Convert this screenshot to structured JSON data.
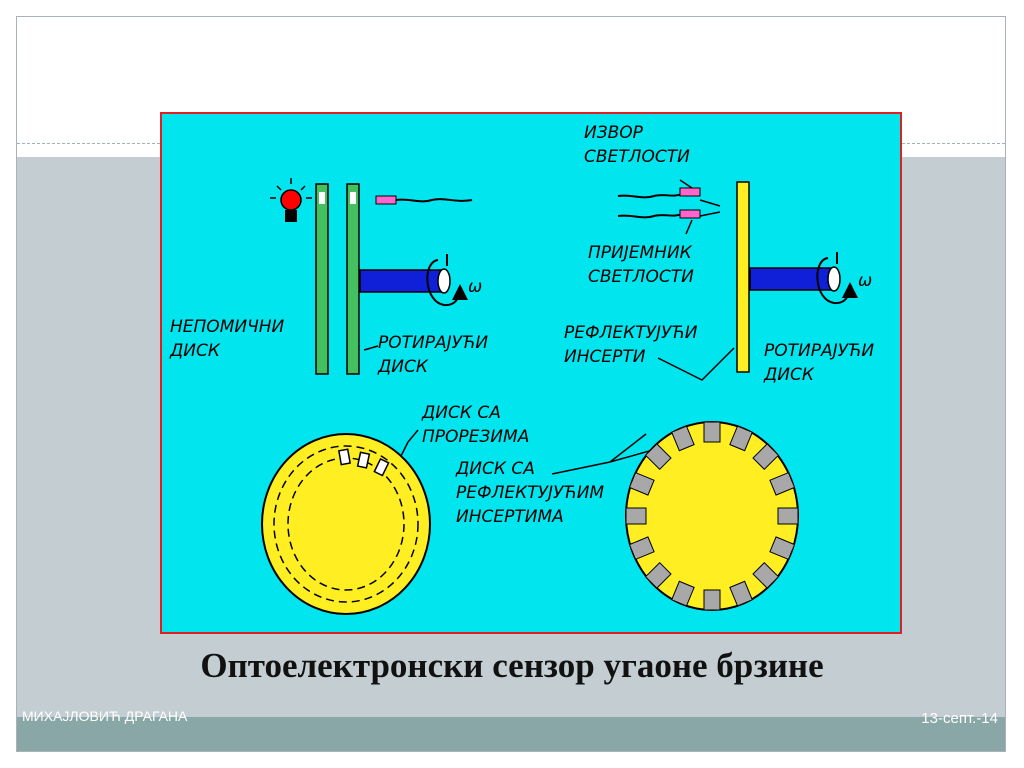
{
  "slide": {
    "title": "Оптоелектронски сензор угаоне брзине",
    "author": "МИХАЈЛОВИЋ ДРАГАНА",
    "date": "13-септ.-14"
  },
  "figure": {
    "colors": {
      "background": "#00e5ee",
      "border": "#e02020",
      "disk_fill": "#ffee22",
      "shaft": "#1020d8",
      "disk_green": "#44c060",
      "lamp": "#ff0000",
      "insert": "#a8a8a8"
    },
    "labels": {
      "source_line1": "ИЗВОР",
      "source_line2": "СВЕТЛОСТИ",
      "receiver_line1": "ПРИЈЕМНИК",
      "receiver_line2": "СВЕТЛОСТИ",
      "fixed_disk_line1": "НЕПОМИЧНИ",
      "fixed_disk_line2": "ДИСК",
      "rotating_disk_left_line1": "РОТИРАЈУЋИ",
      "rotating_disk_left_line2": "ДИСК",
      "reflective_inserts_line1": "РЕФЛЕКТУЈУЋИ",
      "reflective_inserts_line2": "ИНСЕРТИ",
      "rotating_disk_right_line1": "РОТИРАЈУЋИ",
      "rotating_disk_right_line2": "ДИСК",
      "slotted_disk_line1": "ДИСК СА",
      "slotted_disk_line2": "ПРОРЕЗИМА",
      "reflective_disk_line1": "ДИСК СА",
      "reflective_disk_line2": "РЕФЛЕКТУЈУЋИМ",
      "reflective_disk_line3": "ИНСЕРТИМА",
      "omega_left": "ω",
      "omega_right": "ω"
    },
    "icons": {
      "lamp": "light-bulb-icon",
      "rotation": "rotation-arrow-icon"
    }
  }
}
